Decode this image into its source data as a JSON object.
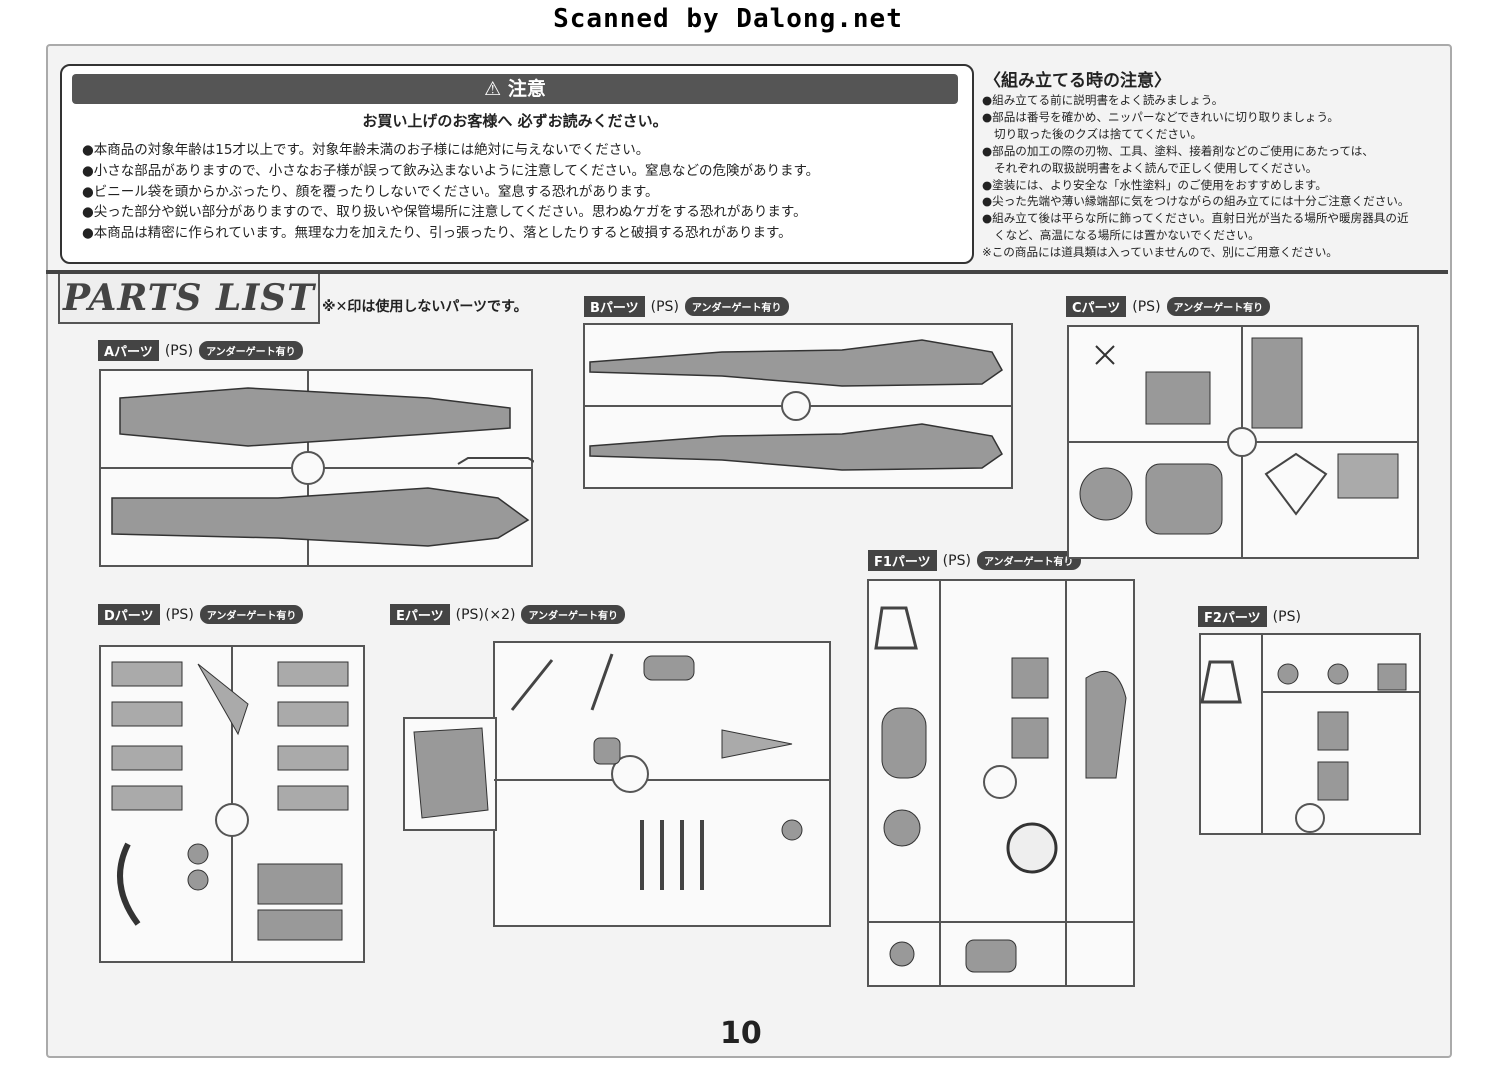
{
  "banner": "Scanned by Dalong.net",
  "caution": {
    "heading": "注意",
    "subtitle": "お買い上げのお客様へ 必ずお読みください。",
    "items": [
      "●本商品の対象年齢は15才以上です。対象年齢未満のお子様には絶対に与えないでください。",
      "●小さな部品がありますので、小さなお子様が誤って飲み込まないように注意してください。窒息などの危険があります。",
      "●ビニール袋を頭からかぶったり、顔を覆ったりしないでください。窒息する恐れがあります。",
      "●尖った部分や鋭い部分がありますので、取り扱いや保管場所に注意してください。思わぬケガをする恐れがあります。",
      "●本商品は精密に作られています。無理な力を加えたり、引っ張ったり、落としたりすると破損する恐れがあります。"
    ]
  },
  "assembly": {
    "title": "〈組み立てる時の注意〉",
    "lines": [
      "●組み立てる前に説明書をよく読みましょう。",
      "●部品は番号を確かめ、ニッパーなどできれいに切り取りましょう。",
      "切り取った後のクズは捨ててください。",
      "●部品の加工の際の刃物、工具、塗料、接着剤などのご使用にあたっては、",
      "それぞれの取扱説明書をよく読んで正しく使用してください。",
      "●塗装には、より安全な「水性塗料」のご使用をおすすめします。",
      "●尖った先端や薄い縁端部に気をつけながらの組み立てには十分ご注意ください。",
      "●組み立て後は平らな所に飾ってください。直射日光が当たる場所や暖房器具の近",
      "くなど、高温になる場所には置かないでください。",
      "※この商品には道具類は入っていませんので、別にご用意ください。"
    ]
  },
  "parts_list": {
    "title": "PARTS LIST",
    "note": "※✕印は使用しないパーツです。",
    "gate_label": "アンダーゲート有り",
    "runners": {
      "A": {
        "name": "Aパーツ",
        "material": "(PS)"
      },
      "B": {
        "name": "Bパーツ",
        "material": "(PS)"
      },
      "C": {
        "name": "Cパーツ",
        "material": "(PS)"
      },
      "D": {
        "name": "Dパーツ",
        "material": "(PS)"
      },
      "E": {
        "name": "Eパーツ",
        "material": "(PS)(×2)"
      },
      "F1": {
        "name": "F1パーツ",
        "material": "(PS)"
      },
      "F2": {
        "name": "F2パーツ",
        "material": "(PS)"
      }
    }
  },
  "page_number": "10"
}
